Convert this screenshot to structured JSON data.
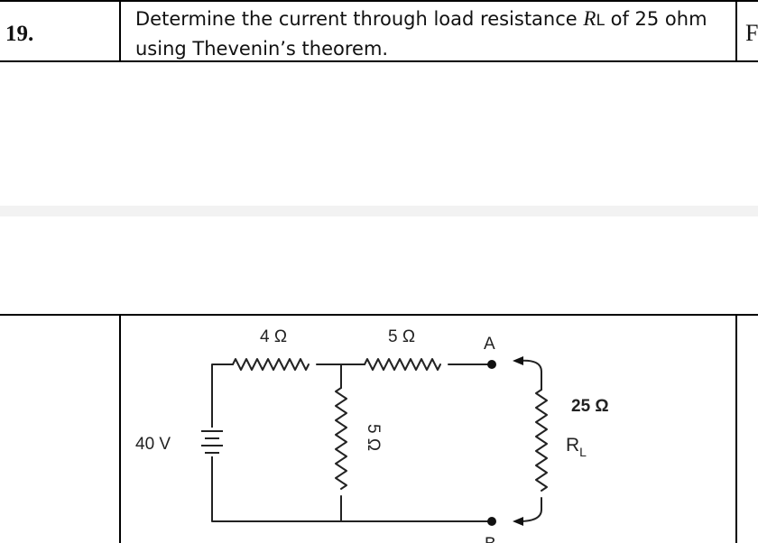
{
  "question": {
    "number": "19.",
    "text_part1": "Determine the current through load resistance ",
    "var_r": "R",
    "var_sub": "L",
    "text_part2": " of 25 ohm using Thevenin’s theorem.",
    "right_cut_char": "F"
  },
  "circuit": {
    "r1_label": "4 Ω",
    "r2_label": "5 Ω",
    "r3_label": "5 Ω",
    "rl_value": "25 Ω",
    "rl_label_r": "R",
    "rl_label_sub": "L",
    "source_label": "40 V",
    "node_a": "A",
    "node_b": "B"
  }
}
